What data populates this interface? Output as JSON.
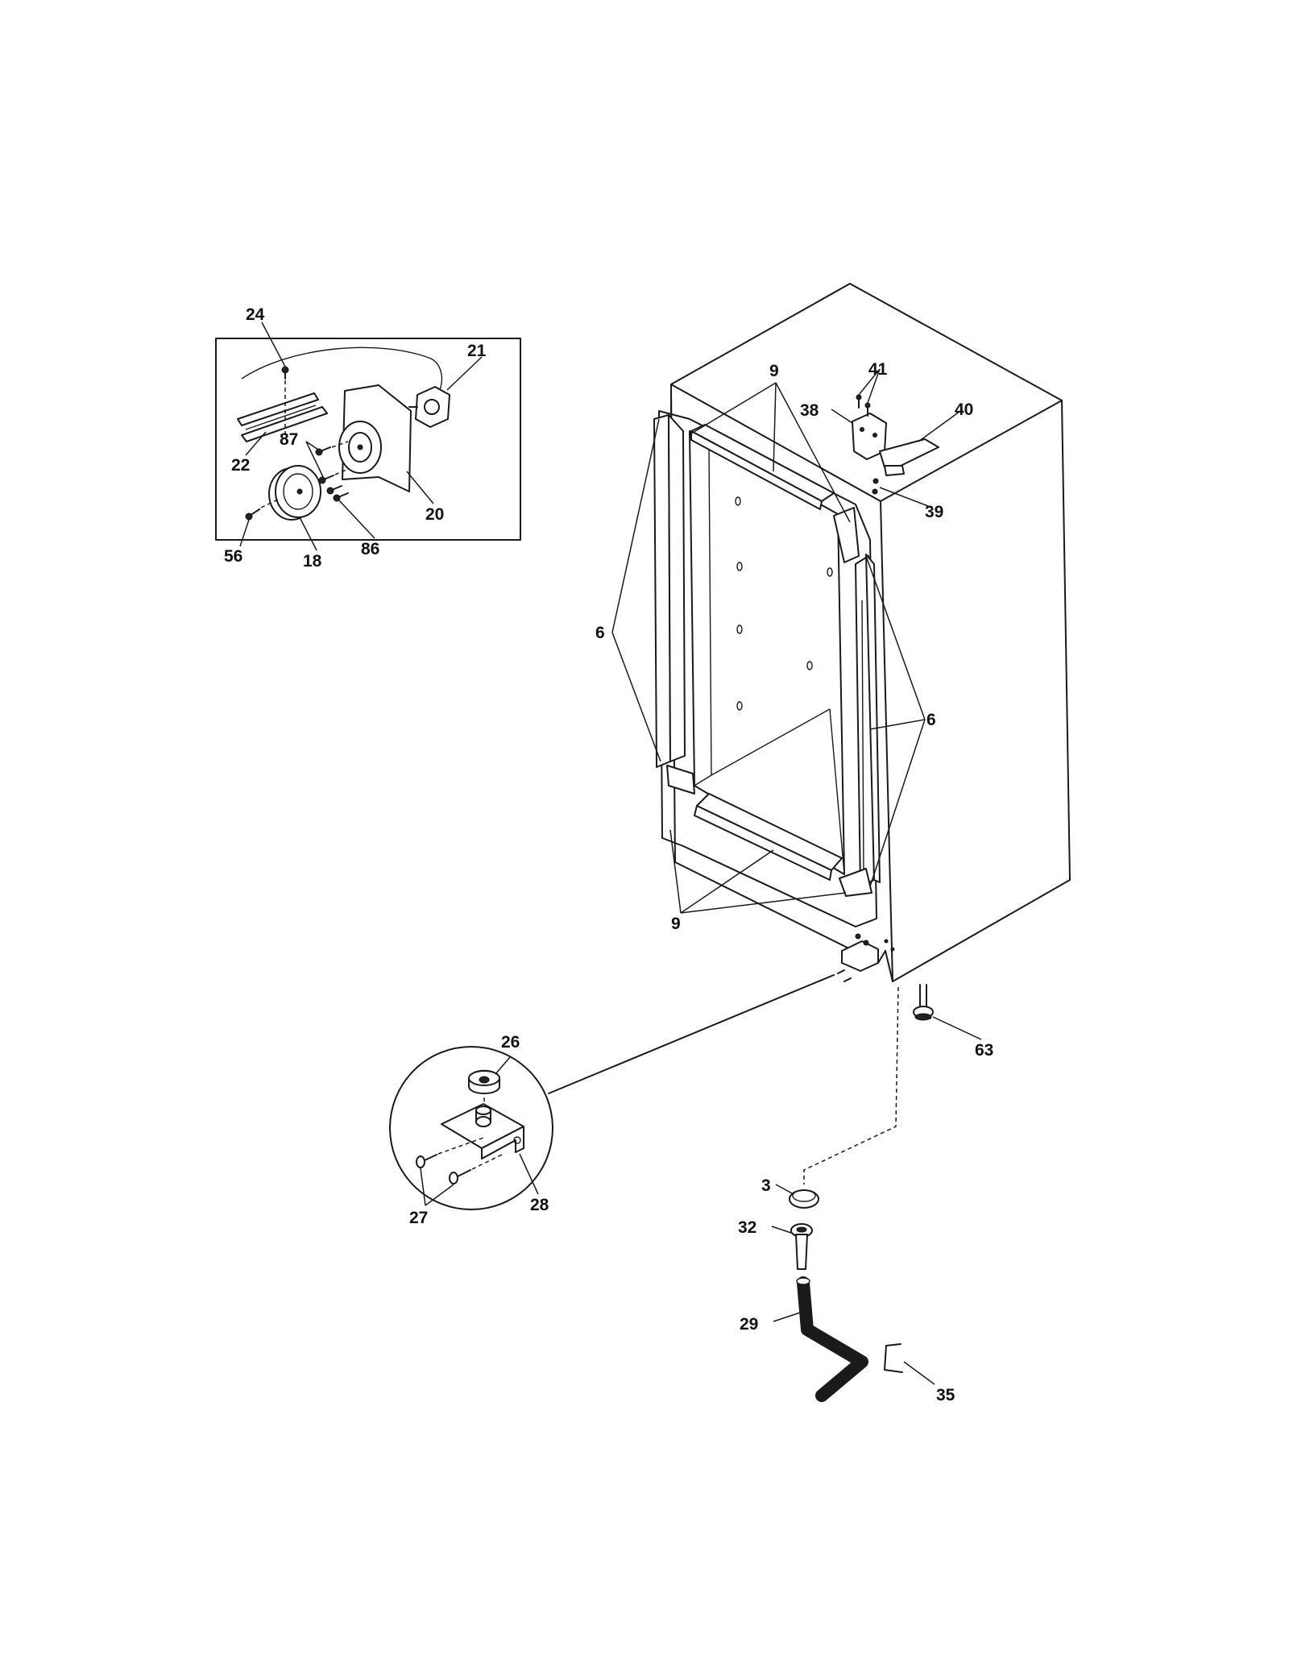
{
  "labels": {
    "l24": "24",
    "l21": "21",
    "l87": "87",
    "l22": "22",
    "l20": "20",
    "l56": "56",
    "l18": "18",
    "l86": "86",
    "l41": "41",
    "l38": "38",
    "l40": "40",
    "l39": "39",
    "l9a": "9",
    "l6a": "6",
    "l6b": "6",
    "l9b": "9",
    "l63": "63",
    "l26": "26",
    "l28": "28",
    "l27": "27",
    "l3": "3",
    "l32": "32",
    "l29": "29",
    "l35": "35"
  },
  "colors": {
    "line": "#1a1a1a",
    "background": "#ffffff"
  }
}
